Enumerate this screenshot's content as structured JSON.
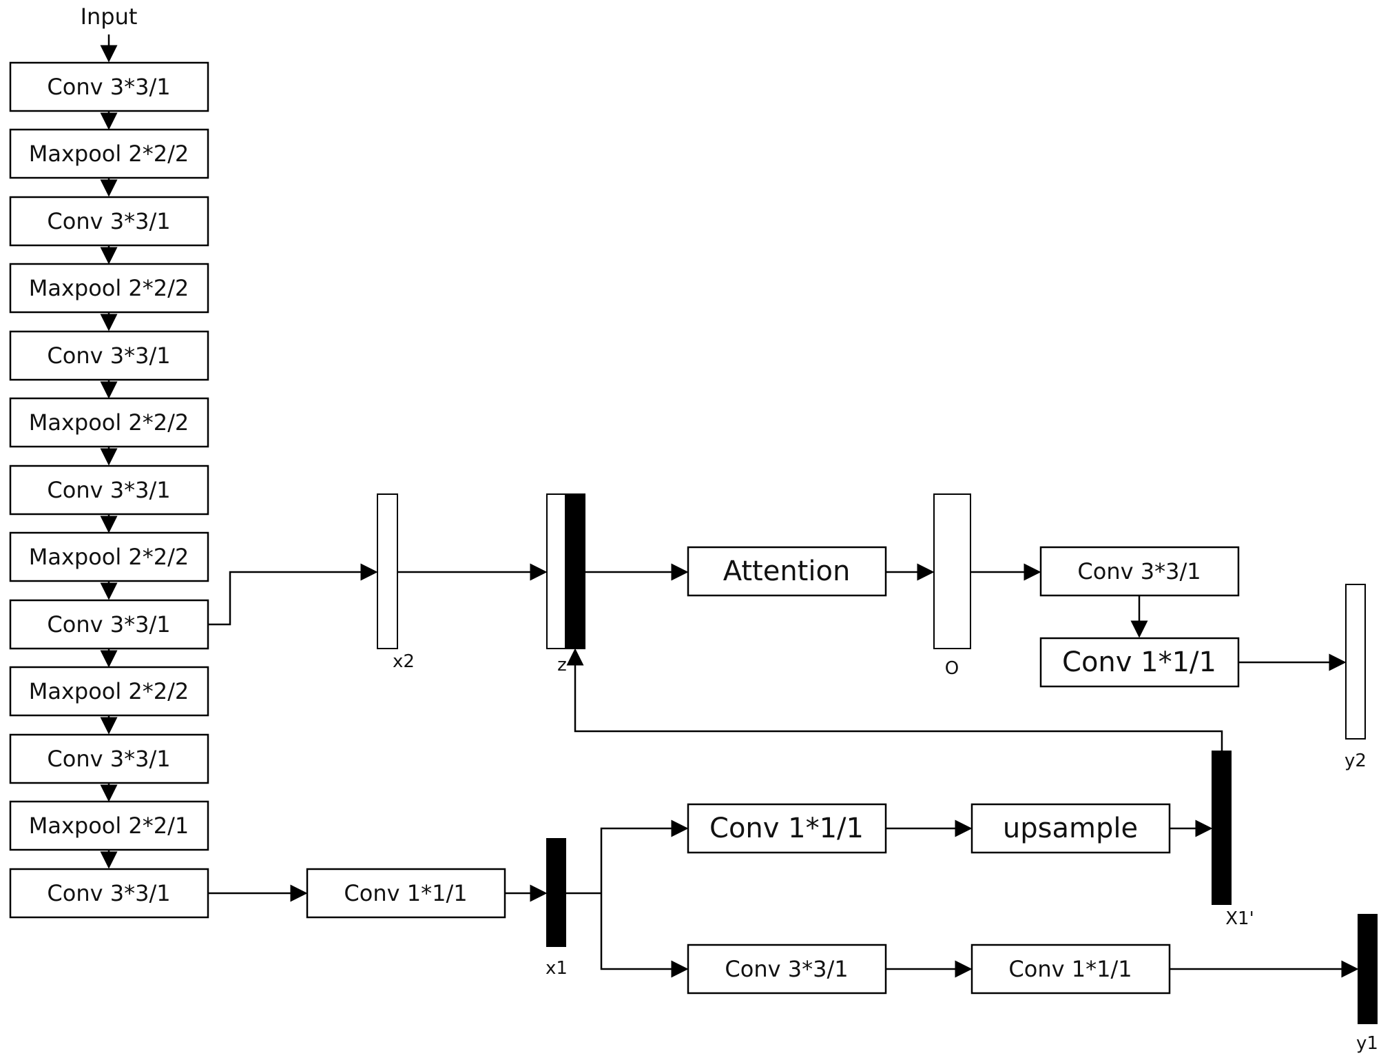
{
  "input_label": "Input",
  "backbone": [
    "Conv 3*3/1",
    "Maxpool 2*2/2",
    "Conv 3*3/1",
    "Maxpool 2*2/2",
    "Conv 3*3/1",
    "Maxpool 2*2/2",
    "Conv 3*3/1",
    "Maxpool 2*2/2",
    "Conv 3*3/1",
    "Maxpool 2*2/2",
    "Conv 3*3/1",
    "Maxpool 2*2/1",
    "Conv 3*3/1"
  ],
  "branch_x1_conv": "Conv 1*1/1",
  "attention": "Attention",
  "head2_conv3": "Conv 3*3/1",
  "head2_conv1": "Conv 1*1/1",
  "upsample_conv1": "Conv 1*1/1",
  "upsample": "upsample",
  "head1_conv3": "Conv 3*3/1",
  "head1_conv1": "Conv 1*1/1",
  "tensors": {
    "x2": "x2",
    "z": "z",
    "o": "O",
    "y2": "y2",
    "x1": "x1",
    "x1_up": "X1'",
    "y1": "y1"
  }
}
